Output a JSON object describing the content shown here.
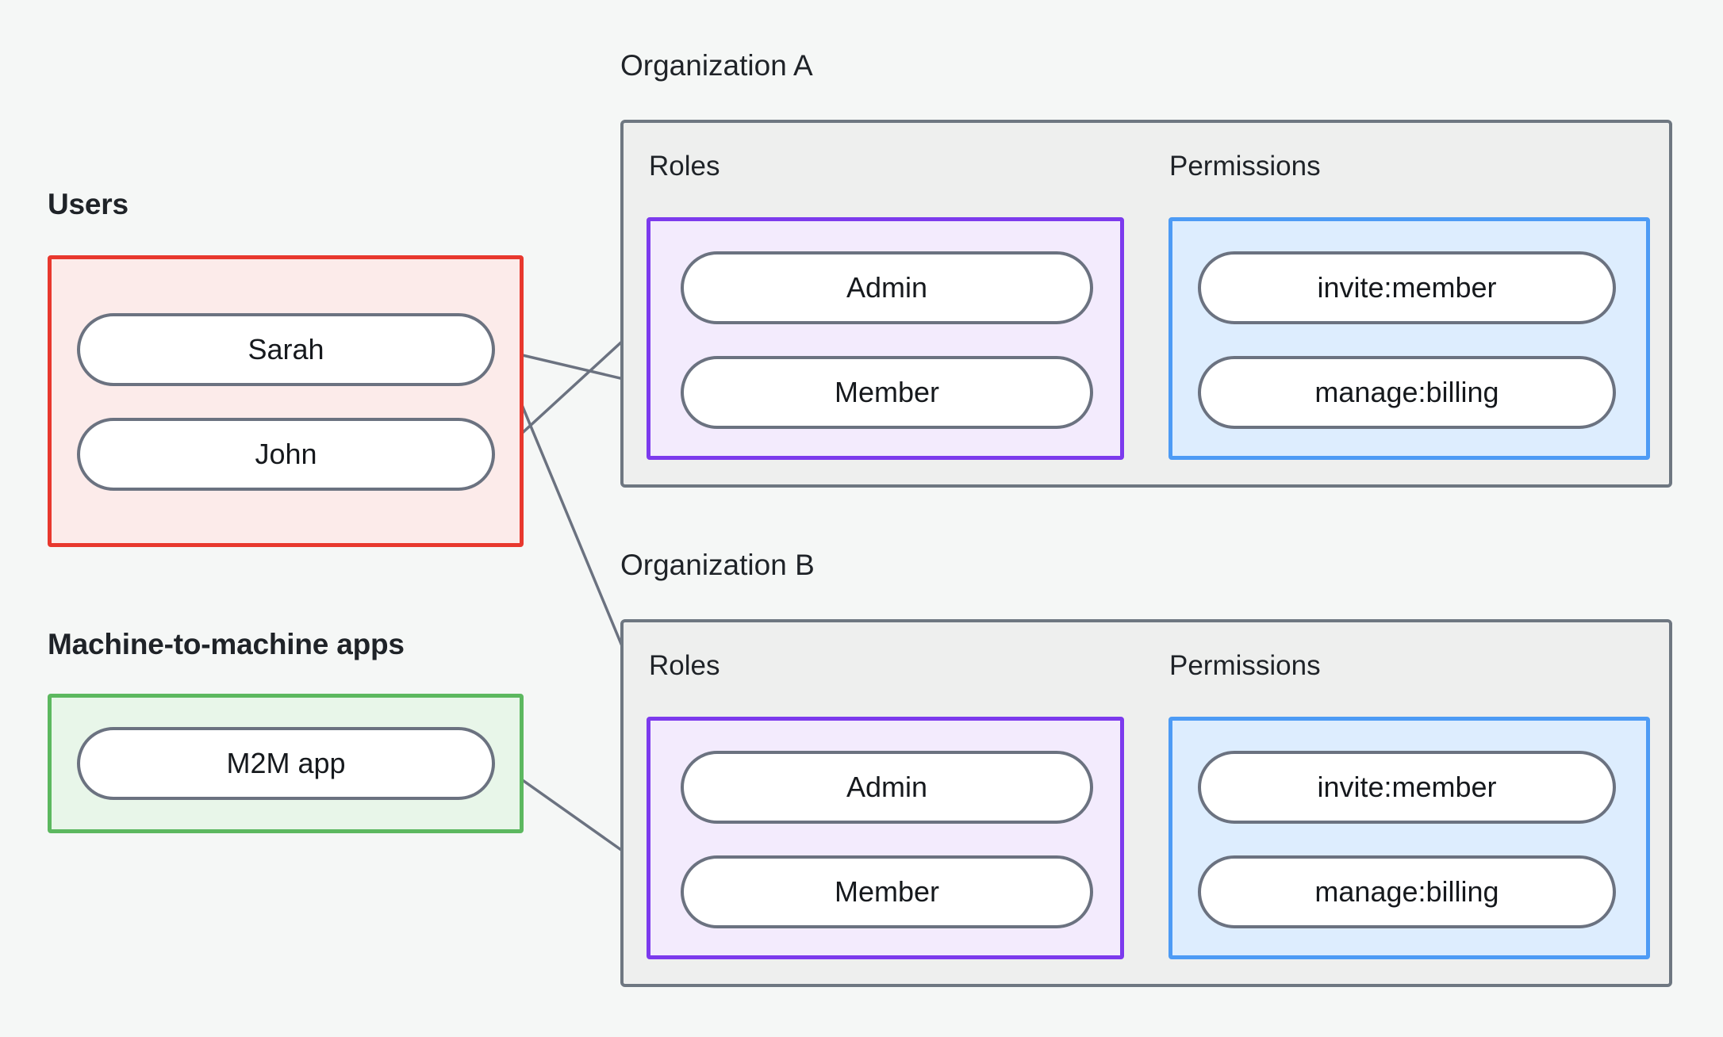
{
  "diagram": {
    "title_users": "Users",
    "title_m2m": "Machine-to-machine apps",
    "org_a_title": "Organization A",
    "org_b_title": "Organization B",
    "section_roles": "Roles",
    "section_permissions": "Permissions",
    "colors": {
      "background": "#f5f7f6",
      "users_border": "#e8382e",
      "users_fill": "#fcebea",
      "m2m_border": "#5cb85f",
      "m2m_fill": "#e8f6e9",
      "org_border": "#6e7781",
      "org_fill": "#eeefee",
      "roles_border": "#7c3aed",
      "roles_fill": "#f3ebfd",
      "permissions_border": "#4d9bf5",
      "permissions_fill": "#ddedfe",
      "node_border": "#6b7280",
      "node_fill": "#ffffff",
      "edge": "#6b7280",
      "text": "#1f2328"
    }
  },
  "users": {
    "label": "Users",
    "nodes": [
      {
        "id": "sarah",
        "label": "Sarah"
      },
      {
        "id": "john",
        "label": "John"
      }
    ]
  },
  "m2m": {
    "label": "Machine-to-machine apps",
    "nodes": [
      {
        "id": "m2m-app",
        "label": "M2M app"
      }
    ]
  },
  "org_a": {
    "label": "Organization A",
    "roles_label": "Roles",
    "permissions_label": "Permissions",
    "roles": [
      {
        "id": "a-admin",
        "label": "Admin"
      },
      {
        "id": "a-member",
        "label": "Member"
      }
    ],
    "permissions": [
      {
        "id": "a-invite",
        "label": "invite:member"
      },
      {
        "id": "a-billing",
        "label": "manage:billing"
      }
    ]
  },
  "org_b": {
    "label": "Organization B",
    "roles_label": "Roles",
    "permissions_label": "Permissions",
    "roles": [
      {
        "id": "b-admin",
        "label": "Admin"
      },
      {
        "id": "b-member",
        "label": "Member"
      }
    ],
    "permissions": [
      {
        "id": "b-invite",
        "label": "invite:member"
      },
      {
        "id": "b-billing",
        "label": "manage:billing"
      }
    ]
  },
  "edges": [
    {
      "from": "sarah",
      "to": "a-member"
    },
    {
      "from": "sarah",
      "to": "b-admin"
    },
    {
      "from": "john",
      "to": "a-admin"
    },
    {
      "from": "m2m-app",
      "to": "b-member"
    },
    {
      "from": "a-admin",
      "to": "a-invite"
    },
    {
      "from": "a-admin",
      "to": "a-billing"
    },
    {
      "from": "a-member",
      "to": "a-billing"
    },
    {
      "from": "b-admin",
      "to": "b-invite"
    },
    {
      "from": "b-admin",
      "to": "b-billing"
    },
    {
      "from": "b-member",
      "to": "b-billing"
    }
  ]
}
